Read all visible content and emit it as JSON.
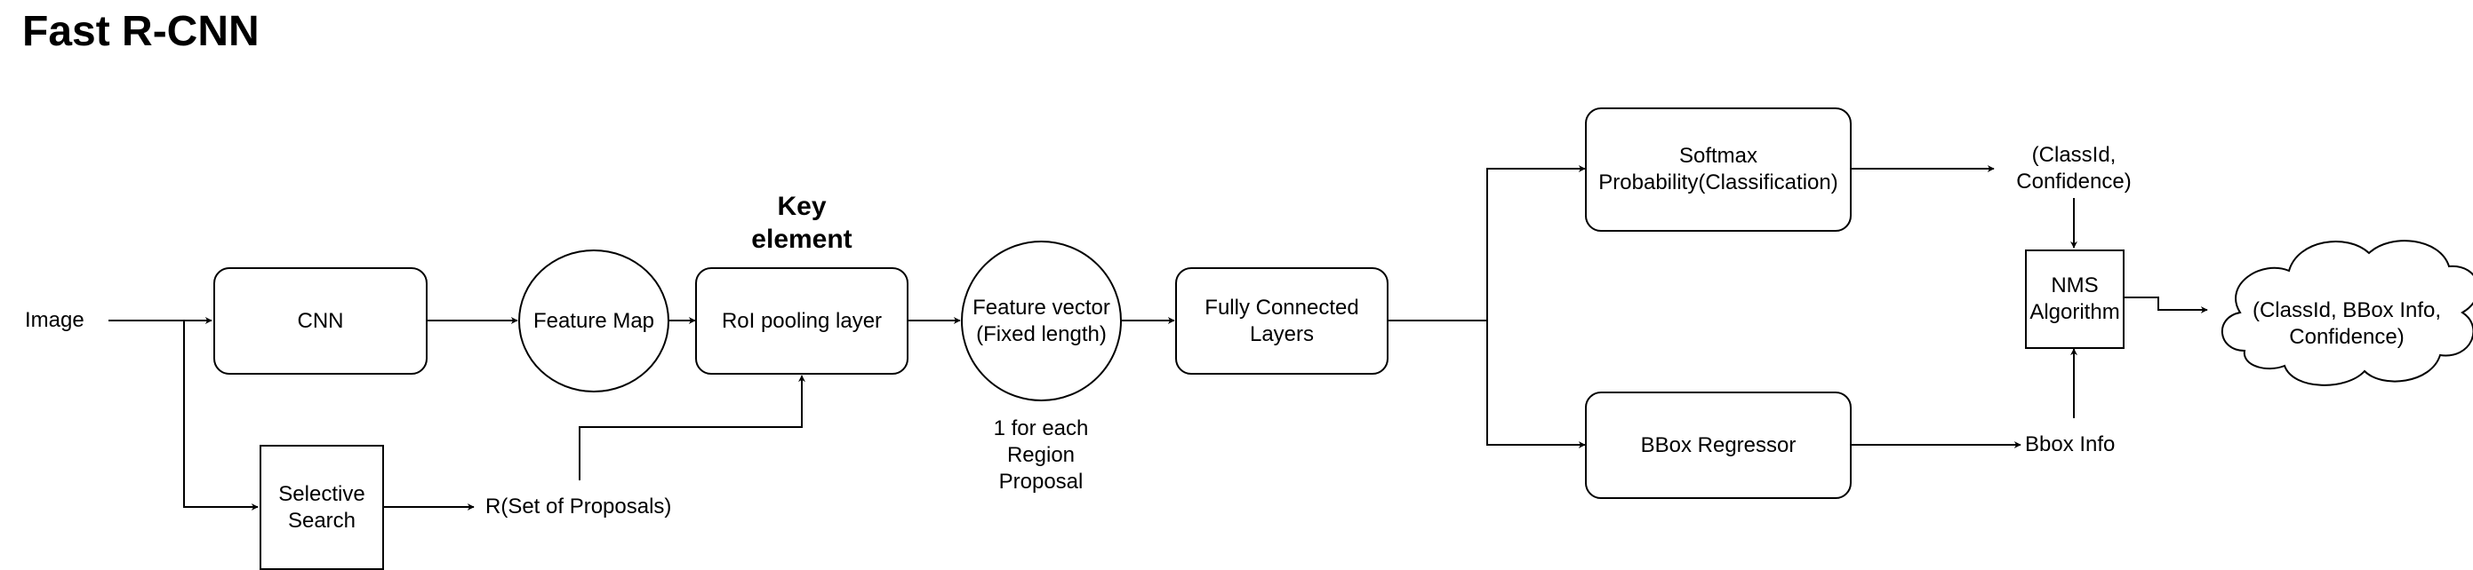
{
  "title": "Fast R-CNN",
  "nodes": {
    "cnn": "CNN",
    "feature_map": "Feature Map",
    "roi_pooling": "RoI pooling layer",
    "feature_vector_line1": "Feature vector",
    "feature_vector_line2": "(Fixed length)",
    "fc_line1": "Fully Connected",
    "fc_line2": "Layers",
    "softmax_line1": "Softmax",
    "softmax_line2": "Probability(Classification)",
    "bbox_regressor": "BBox Regressor",
    "selective_search_line1": "Selective",
    "selective_search_line2": "Search",
    "nms_line1": "NMS",
    "nms_line2": "Algorithm",
    "output_line1": "(ClassId, BBox Info,",
    "output_line2": "Confidence)"
  },
  "labels": {
    "image": "Image",
    "key_element_line1": "Key",
    "key_element_line2": "element",
    "proposals": "R(Set of Proposals)",
    "per_region_line1": "1 for each",
    "per_region_line2": "Region",
    "per_region_line3": "Proposal",
    "class_conf_line1": "(ClassId,",
    "class_conf_line2": "Confidence)",
    "bbox_info": "Bbox Info"
  }
}
